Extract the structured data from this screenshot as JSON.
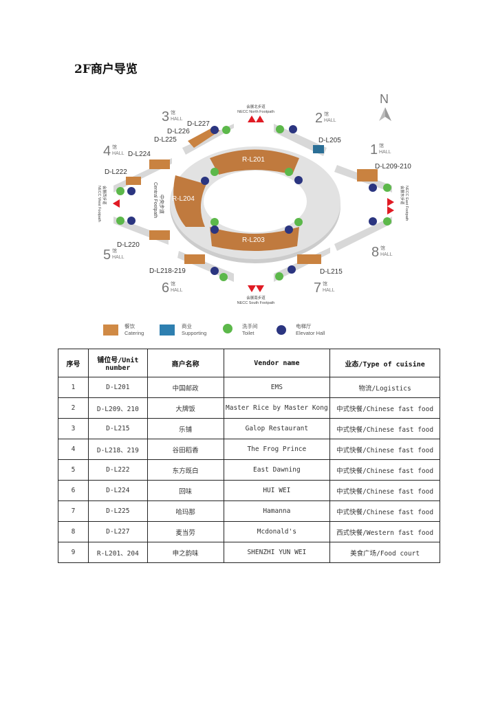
{
  "title": "2F商户导览",
  "map": {
    "north": "N",
    "halls": [
      {
        "num": "1",
        "cn": "馆",
        "en": "HALL"
      },
      {
        "num": "2",
        "cn": "馆",
        "en": "HALL"
      },
      {
        "num": "3",
        "cn": "馆",
        "en": "HALL"
      },
      {
        "num": "4",
        "cn": "馆",
        "en": "HALL"
      },
      {
        "num": "5",
        "cn": "馆",
        "en": "HALL"
      },
      {
        "num": "6",
        "cn": "馆",
        "en": "HALL"
      },
      {
        "num": "7",
        "cn": "馆",
        "en": "HALL"
      },
      {
        "num": "8",
        "cn": "馆",
        "en": "HALL"
      }
    ],
    "units": [
      "D-L227",
      "D-L226",
      "D-L225",
      "D-L224",
      "D-L222",
      "D-L220",
      "D-L218-219",
      "D-L215",
      "D-L209-210",
      "D-L205"
    ],
    "ring_units": [
      "R-L201",
      "R-L204",
      "R-L203"
    ],
    "footpaths": {
      "north_cn": "会展北步道",
      "north_en": "NECC North Footpath",
      "south_cn": "会展南步道",
      "south_en": "NECC South Footpath",
      "west_cn": "会展西步道",
      "west_en": "NECC West Footpath",
      "east_cn": "会展东步道",
      "east_en": "NECC East Footpath",
      "central_cn": "中央步道",
      "central_en": "Central Footpath"
    },
    "legend": [
      {
        "cn": "餐饮",
        "en": "Catering",
        "color": "#d08a45"
      },
      {
        "cn": "商业",
        "en": "Supporting",
        "color": "#2e7fb0"
      },
      {
        "cn": "洗手间",
        "en": "Toilet",
        "color": "#5cb84a"
      },
      {
        "cn": "电梯厅",
        "en": "Elevator Hall",
        "color": "#2b3580"
      }
    ]
  },
  "table": {
    "headers": [
      "序号",
      "铺位号/Unit number",
      "商户名称",
      "Vendor name",
      "业态/Type of cuisine"
    ],
    "rows": [
      [
        "1",
        "D-L201",
        "中国邮政",
        "EMS",
        "物流/Logistics"
      ],
      [
        "2",
        "D-L209、210",
        "大牌饭",
        "Master Rice by Master Kong",
        "中式快餐/Chinese fast food"
      ],
      [
        "3",
        "D-L215",
        "乐铺",
        "Galop Restaurant",
        "中式快餐/Chinese fast food"
      ],
      [
        "4",
        "D-L218、219",
        "谷田稻香",
        "The Frog Prince",
        "中式快餐/Chinese fast food"
      ],
      [
        "5",
        "D-L222",
        "东方既白",
        "East Dawning",
        "中式快餐/Chinese fast food"
      ],
      [
        "6",
        "D-L224",
        "回味",
        "HUI WEI",
        "中式快餐/Chinese fast food"
      ],
      [
        "7",
        "D-L225",
        "哈玛那",
        "Hamanna",
        "中式快餐/Chinese fast food"
      ],
      [
        "8",
        "D-L227",
        "麦当劳",
        "Mcdonald's",
        "西式快餐/Western fast food"
      ],
      [
        "9",
        "R-L201、204",
        "申之韵味",
        "SHENZHI YUN WEI",
        "美食广场/Food court"
      ]
    ]
  }
}
